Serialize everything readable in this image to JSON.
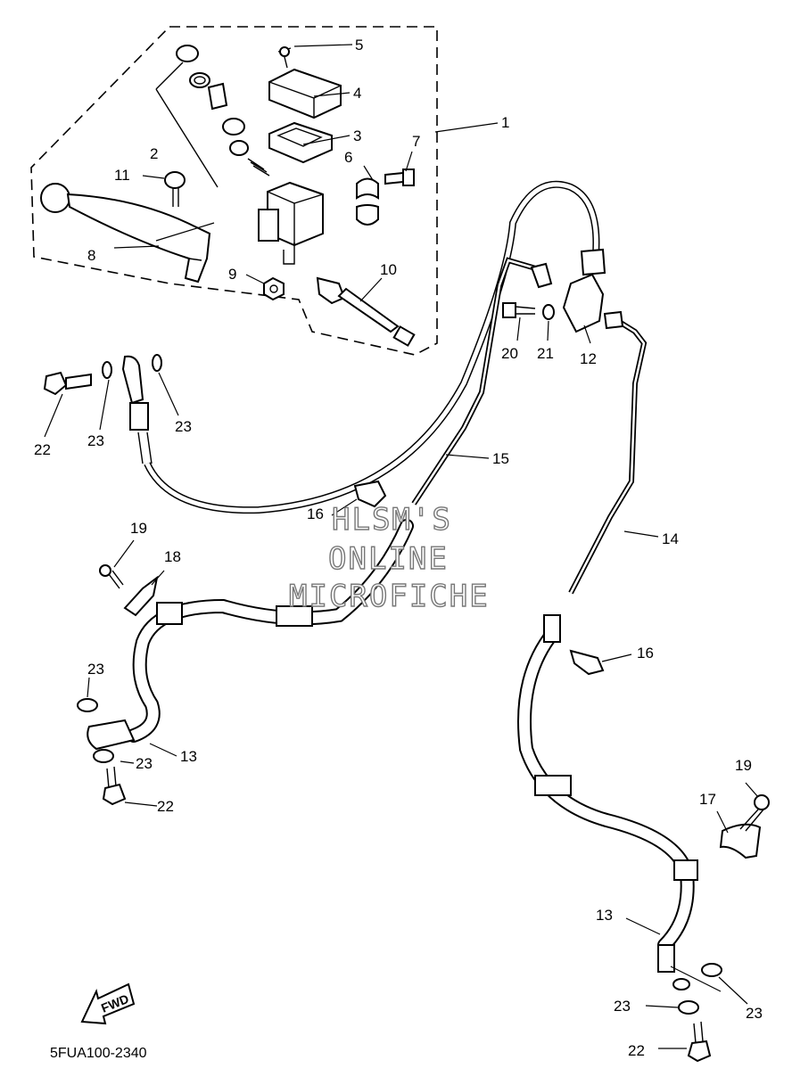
{
  "diagram": {
    "part_code": "5FUA100-2340",
    "direction_label": "FWD",
    "watermark": [
      "HLSM'S",
      "ONLINE",
      "MICROFICHE"
    ],
    "callouts": [
      {
        "id": "c1",
        "text": "1"
      },
      {
        "id": "c2",
        "text": "2"
      },
      {
        "id": "c3",
        "text": "3"
      },
      {
        "id": "c4",
        "text": "4"
      },
      {
        "id": "c5",
        "text": "5"
      },
      {
        "id": "c6",
        "text": "6"
      },
      {
        "id": "c7",
        "text": "7"
      },
      {
        "id": "c8",
        "text": "8"
      },
      {
        "id": "c9",
        "text": "9"
      },
      {
        "id": "c10",
        "text": "10"
      },
      {
        "id": "c11",
        "text": "11"
      },
      {
        "id": "c12",
        "text": "12"
      },
      {
        "id": "c13a",
        "text": "13"
      },
      {
        "id": "c13b",
        "text": "13"
      },
      {
        "id": "c14",
        "text": "14"
      },
      {
        "id": "c15",
        "text": "15"
      },
      {
        "id": "c16a",
        "text": "16"
      },
      {
        "id": "c16b",
        "text": "16"
      },
      {
        "id": "c17",
        "text": "17"
      },
      {
        "id": "c18",
        "text": "18"
      },
      {
        "id": "c19a",
        "text": "19"
      },
      {
        "id": "c19b",
        "text": "19"
      },
      {
        "id": "c20",
        "text": "20"
      },
      {
        "id": "c21",
        "text": "21"
      },
      {
        "id": "c22a",
        "text": "22"
      },
      {
        "id": "c22b",
        "text": "22"
      },
      {
        "id": "c22c",
        "text": "22"
      },
      {
        "id": "c23a",
        "text": "23"
      },
      {
        "id": "c23b",
        "text": "23"
      },
      {
        "id": "c23c",
        "text": "23"
      },
      {
        "id": "c23d",
        "text": "23"
      },
      {
        "id": "c23e",
        "text": "23"
      },
      {
        "id": "c23f",
        "text": "23"
      }
    ]
  }
}
